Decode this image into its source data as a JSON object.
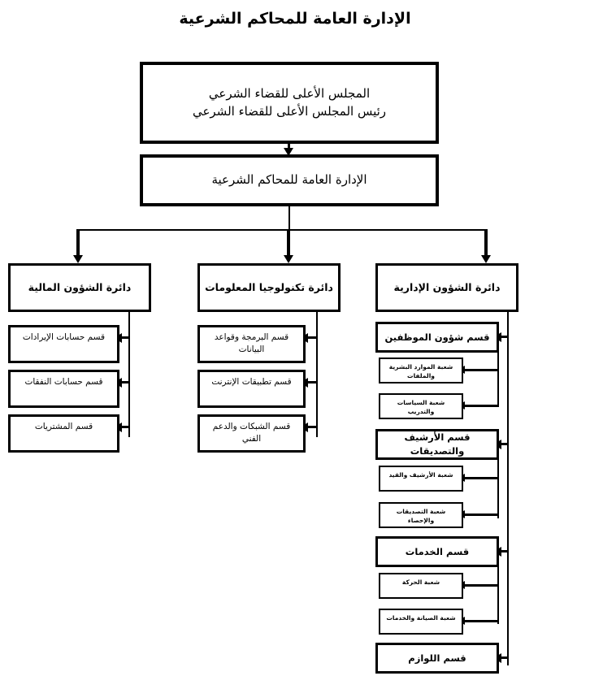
{
  "page": {
    "title": "الإدارة العامة للمحاكم الشرعية",
    "language": "ar",
    "direction": "rtl",
    "colors": {
      "background": "#ffffff",
      "line": "#000000",
      "text": "#000000"
    }
  },
  "chart_data": {
    "type": "diagram",
    "diagram_kind": "organization-chart",
    "title": "الإدارة العامة للمحاكم الشرعية"
  },
  "nodes": {
    "council": {
      "line1": "المجلس الأعلى للقضاء الشرعي",
      "line2": "رئيس المجلس الأعلى للقضاء الشرعي"
    },
    "administration": {
      "label": "الإدارة العامة للمحاكم الشرعية"
    },
    "departments": [
      {
        "id": "finance",
        "label": "دائرة الشؤون المالية",
        "sections": [
          {
            "id": "revenue-accounts",
            "label": "قسم حسابات الإيرادات"
          },
          {
            "id": "expense-accounts",
            "label": "قسم حسابات النفقات"
          },
          {
            "id": "procurement",
            "label": "قسم المشتريات"
          }
        ]
      },
      {
        "id": "it",
        "label": "دائرة تكنولوجيا المعلومات",
        "sections": [
          {
            "id": "programming-databases",
            "label": "قسم البرمجة وقواعد البيانات"
          },
          {
            "id": "internet-applications",
            "label": "قسم تطبيقات الإنترنت"
          },
          {
            "id": "networks-technical-support",
            "label": "قسم الشبكات والدعم الفني"
          }
        ]
      },
      {
        "id": "administrative",
        "label": "دائرة الشؤون الإدارية",
        "sections": [
          {
            "id": "employee-affairs",
            "label": "قسم شؤون الموظفين",
            "units": [
              {
                "id": "hr-files",
                "label": "شعبة الموارد البشرية والملفات"
              },
              {
                "id": "policies-training",
                "label": "شعبة السياسات والتدريب"
              }
            ]
          },
          {
            "id": "archive-certifications",
            "label": "قسم الأرشيف والتصديقات",
            "units": [
              {
                "id": "archive-registry",
                "label": "شعبة الأرشيف والقيد"
              },
              {
                "id": "certifications-statistics",
                "label": "شعبة التصديقات والإحصاء"
              }
            ]
          },
          {
            "id": "services",
            "label": "قسم الخدمات",
            "units": [
              {
                "id": "transport",
                "label": "شعبة الحركة"
              },
              {
                "id": "maintenance-services",
                "label": "شعبة الصيانة والخدمات"
              }
            ]
          },
          {
            "id": "supplies",
            "label": "قسم اللوازم",
            "units": []
          }
        ]
      }
    ]
  }
}
